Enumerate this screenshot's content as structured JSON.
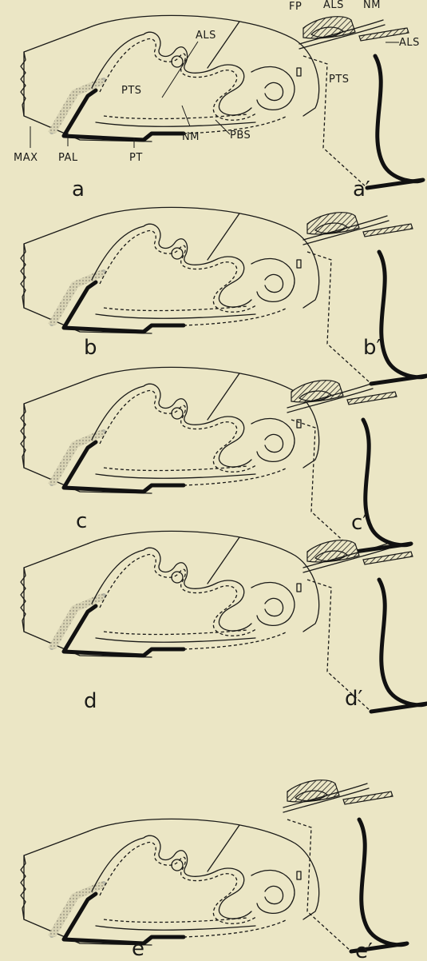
{
  "panels": [
    {
      "id": "a",
      "caption": "a",
      "prime_caption": "a′"
    },
    {
      "id": "b",
      "caption": "b",
      "prime_caption": "b′"
    },
    {
      "id": "c",
      "caption": "c",
      "prime_caption": "c′"
    },
    {
      "id": "d",
      "caption": "d",
      "prime_caption": "d′"
    },
    {
      "id": "e",
      "caption": "e",
      "prime_caption": "e′"
    }
  ],
  "labels": {
    "als": "ALS",
    "pts": "PTS",
    "nm": "NM",
    "pbs": "PBS",
    "max": "MAX",
    "pal": "PAL",
    "pt": "PT",
    "fp": "FP",
    "als_prime": "ALS",
    "nm_prime": "NM",
    "als_prime_right": "ALS",
    "pts_prime": "PTS"
  }
}
